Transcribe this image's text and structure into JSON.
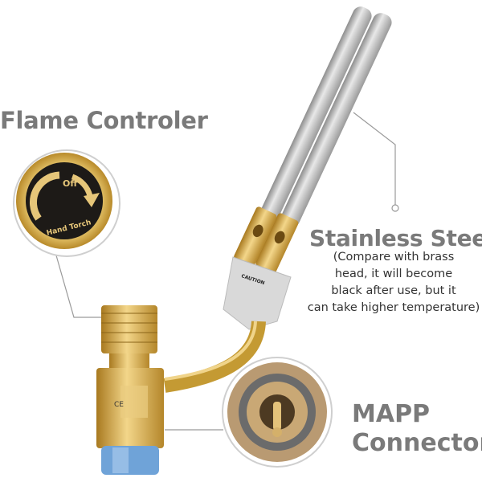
{
  "callouts": {
    "flame_controller": {
      "title": "Flame Controler",
      "knob_text_top": "Off",
      "knob_text_bottom": "Hand Torch"
    },
    "stainless_steel": {
      "title": "Stainless Steel",
      "note_lines": [
        "(Compare with brass",
        "head, it will become",
        "black after use, but it",
        "can take higher temperature)"
      ]
    },
    "connector": {
      "title_line1": "MAPP",
      "title_line2": "Connector"
    }
  },
  "product": {
    "plate_text": "CAUTION",
    "body_mark": "CE"
  },
  "colors": {
    "brass": "#d4a93c",
    "steel": "#b8b8b8",
    "label": "#7a7a7a",
    "cap": "#6fa3d8"
  }
}
